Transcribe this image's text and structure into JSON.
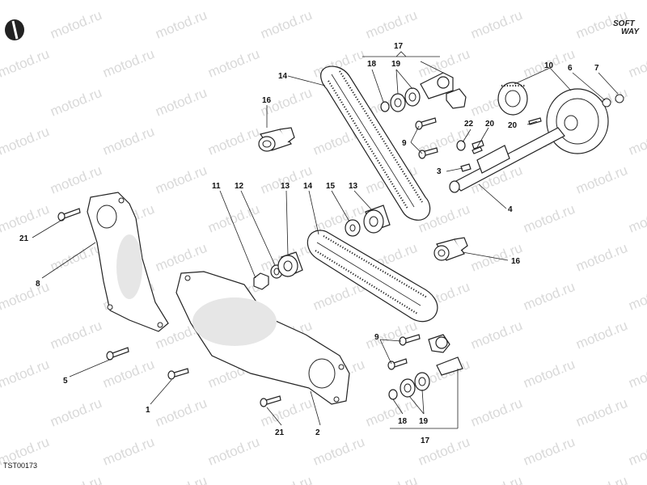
{
  "watermark": {
    "text": "motod.ru"
  },
  "brand": {
    "soft": "SOFT",
    "way": "WAY"
  },
  "drawing_code": "TST00173",
  "callouts": {
    "c14a": "14",
    "c16a": "16",
    "c17a": "17",
    "c18a": "18",
    "c19a": "19",
    "c10": "10",
    "c6": "6",
    "c7": "7",
    "c20a": "20",
    "c20b": "20",
    "c22": "22",
    "c9a": "9",
    "c3": "3",
    "c4": "4",
    "c11": "11",
    "c12": "12",
    "c13a": "13",
    "c14b": "14",
    "c15": "15",
    "c13b": "13",
    "c16b": "16",
    "c21a": "21",
    "c8": "8",
    "c5": "5",
    "c1": "1",
    "c9b": "9",
    "c18b": "18",
    "c19b": "19",
    "c17b": "17",
    "c21b": "21",
    "c2": "2"
  }
}
